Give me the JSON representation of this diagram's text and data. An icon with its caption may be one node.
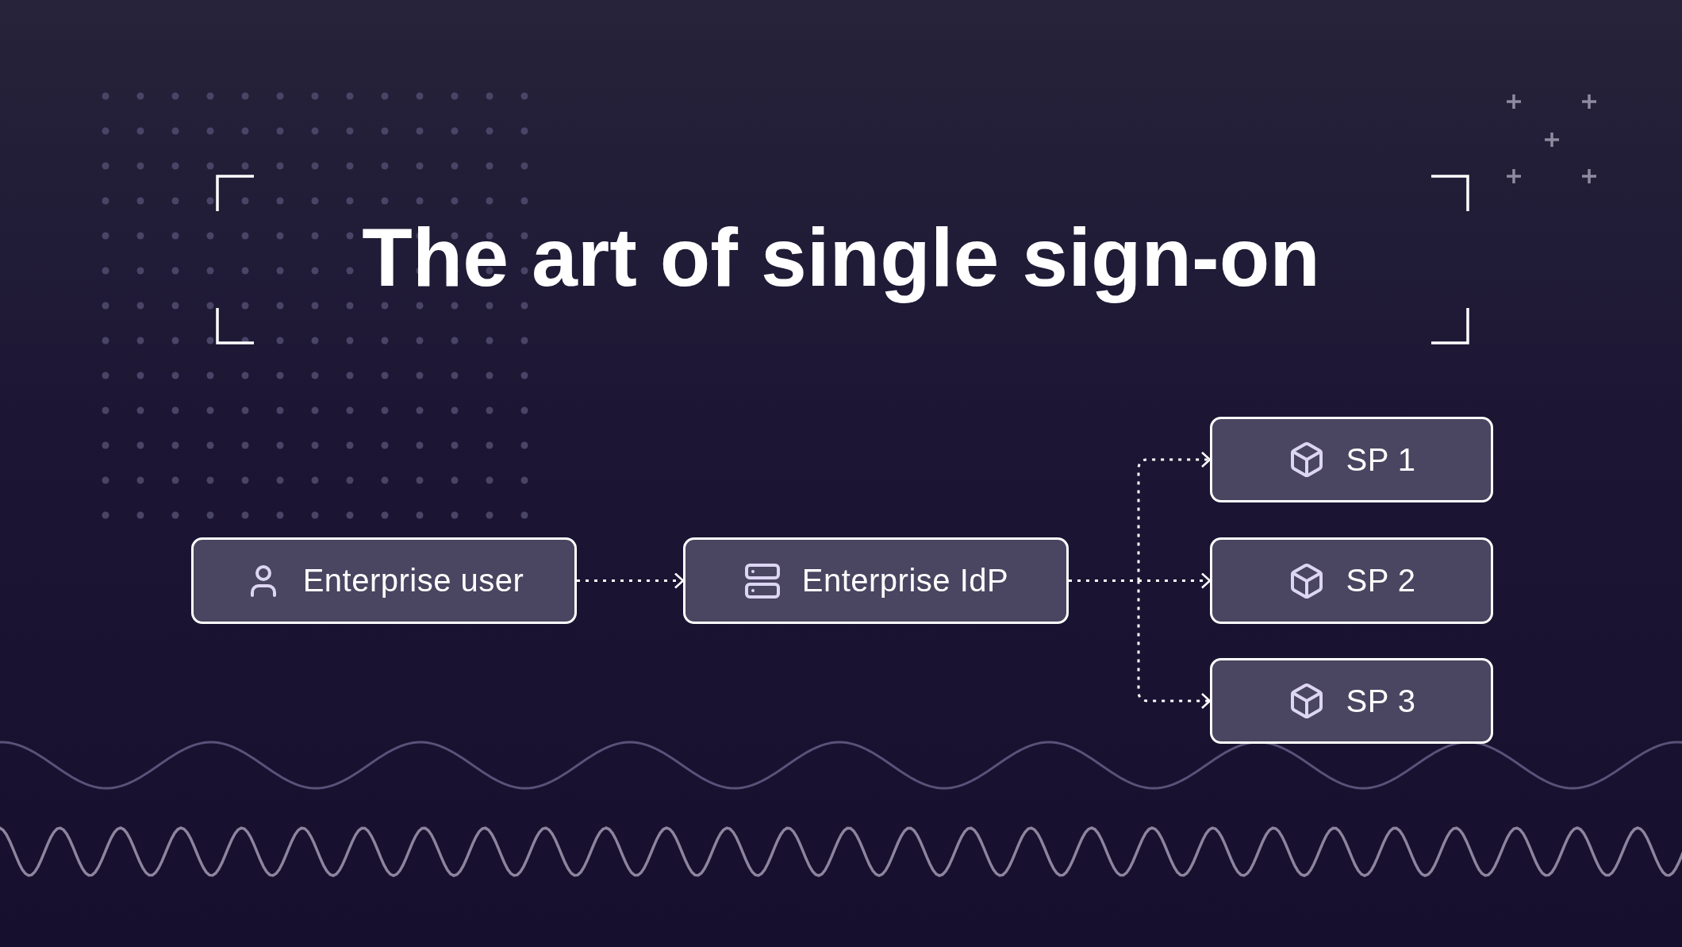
{
  "diagram": {
    "title": "The art of single sign-on",
    "nodes": [
      {
        "text": [
          "Enterprise user"
        ]
      },
      {
        "text": [
          "Enterprise IdP"
        ]
      },
      {
        "text": [
          "SP 1"
        ]
      },
      {
        "text": [
          "SP 2"
        ]
      },
      {
        "text": [
          "SP 3"
        ]
      }
    ],
    "edges": [
      {
        "from": 0,
        "to": 1,
        "arrow": "to",
        "style": "dashed"
      },
      {
        "from": 1,
        "to": 2,
        "arrow": "to",
        "style": "dashed"
      },
      {
        "from": 1,
        "to": 3,
        "arrow": "to",
        "style": "dashed"
      },
      {
        "from": 1,
        "to": 4,
        "arrow": "to",
        "style": "dashed"
      }
    ]
  }
}
